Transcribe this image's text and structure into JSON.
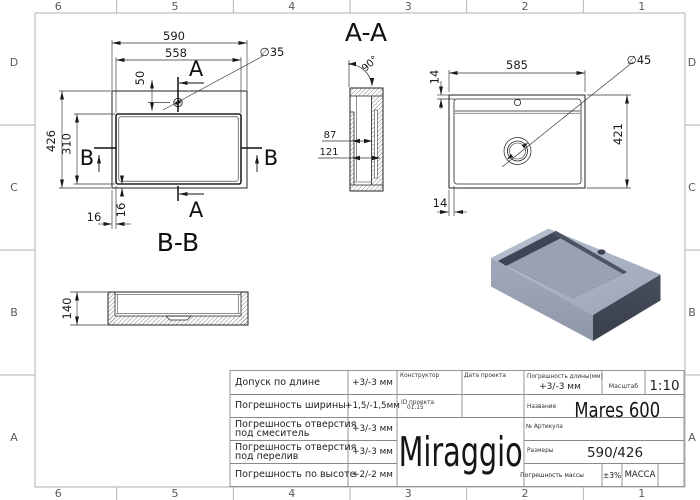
{
  "frame": {
    "top_labels": [
      "6",
      "5",
      "4",
      "3",
      "2",
      "1"
    ],
    "bottom_labels": [
      "6",
      "5",
      "4",
      "3",
      "2",
      "1"
    ],
    "left_labels": [
      "D",
      "C",
      "B",
      "A"
    ],
    "right_labels": [
      "D",
      "C",
      "B",
      "A"
    ]
  },
  "views": {
    "plan": {
      "dims": {
        "width_outer": "590",
        "width_inner": "558",
        "depth_outer": "426",
        "depth_inner": "310",
        "faucet_offset": "50",
        "faucet_hole": "∅35",
        "edge_h": "16",
        "edge_v": "16"
      },
      "cut_a": "A",
      "cut_b": "B"
    },
    "section_aa": {
      "title": "A-A",
      "angle": "90°",
      "dims": {
        "d1": "87",
        "d2": "121"
      }
    },
    "front": {
      "dims": {
        "width": "585",
        "height": "421",
        "drain": "∅45",
        "rim_top": "14",
        "rim_side": "14"
      }
    },
    "section_bb": {
      "title": "B-B",
      "dims": {
        "height": "140"
      }
    }
  },
  "iso_colors": {
    "deck": "#aab3c5",
    "left_face": "#98a0b2",
    "right_face": "#3f4452",
    "cavity_floor": "#99a1b3",
    "far_wall": "#3e4554",
    "edge_wall": "#4d5464",
    "hole": "#3a4150"
  },
  "title_block": {
    "tolerances": [
      {
        "label": "Допуск по длине",
        "label2": "",
        "value": "+3/-3 мм"
      },
      {
        "label": "Погрешность ширины",
        "label2": "",
        "value": "+1,5/-1,5мм"
      },
      {
        "label": "Погрешность отверстия",
        "label2": "под смеситель",
        "value": "+3/-3 мм"
      },
      {
        "label": "Погрешность отверстия",
        "label2": "под перелив",
        "value": "+3/-3 мм"
      },
      {
        "label": "Погрешность по высоте",
        "label2": "",
        "value": "+2/-2 мм"
      }
    ],
    "constructor_label": "Конструктор",
    "date_label": "Дата проекта",
    "project_id_label": "ID проекта",
    "project_id": "01.15",
    "brand": "Miraggio",
    "length_tolerance_label": "Погрешность длины(мм)",
    "length_tolerance": "+3/-3 мм",
    "scale_label": "Масштаб",
    "scale": "1:10",
    "name_label": "Название",
    "name": "Mares 600",
    "sku_label": "№ Артикула",
    "size_label": "Размеры",
    "size": "590/426",
    "mass_tolerance_label": "Погрешность массы",
    "mass_tolerance": "±3%",
    "mass_label": "МАССА"
  }
}
